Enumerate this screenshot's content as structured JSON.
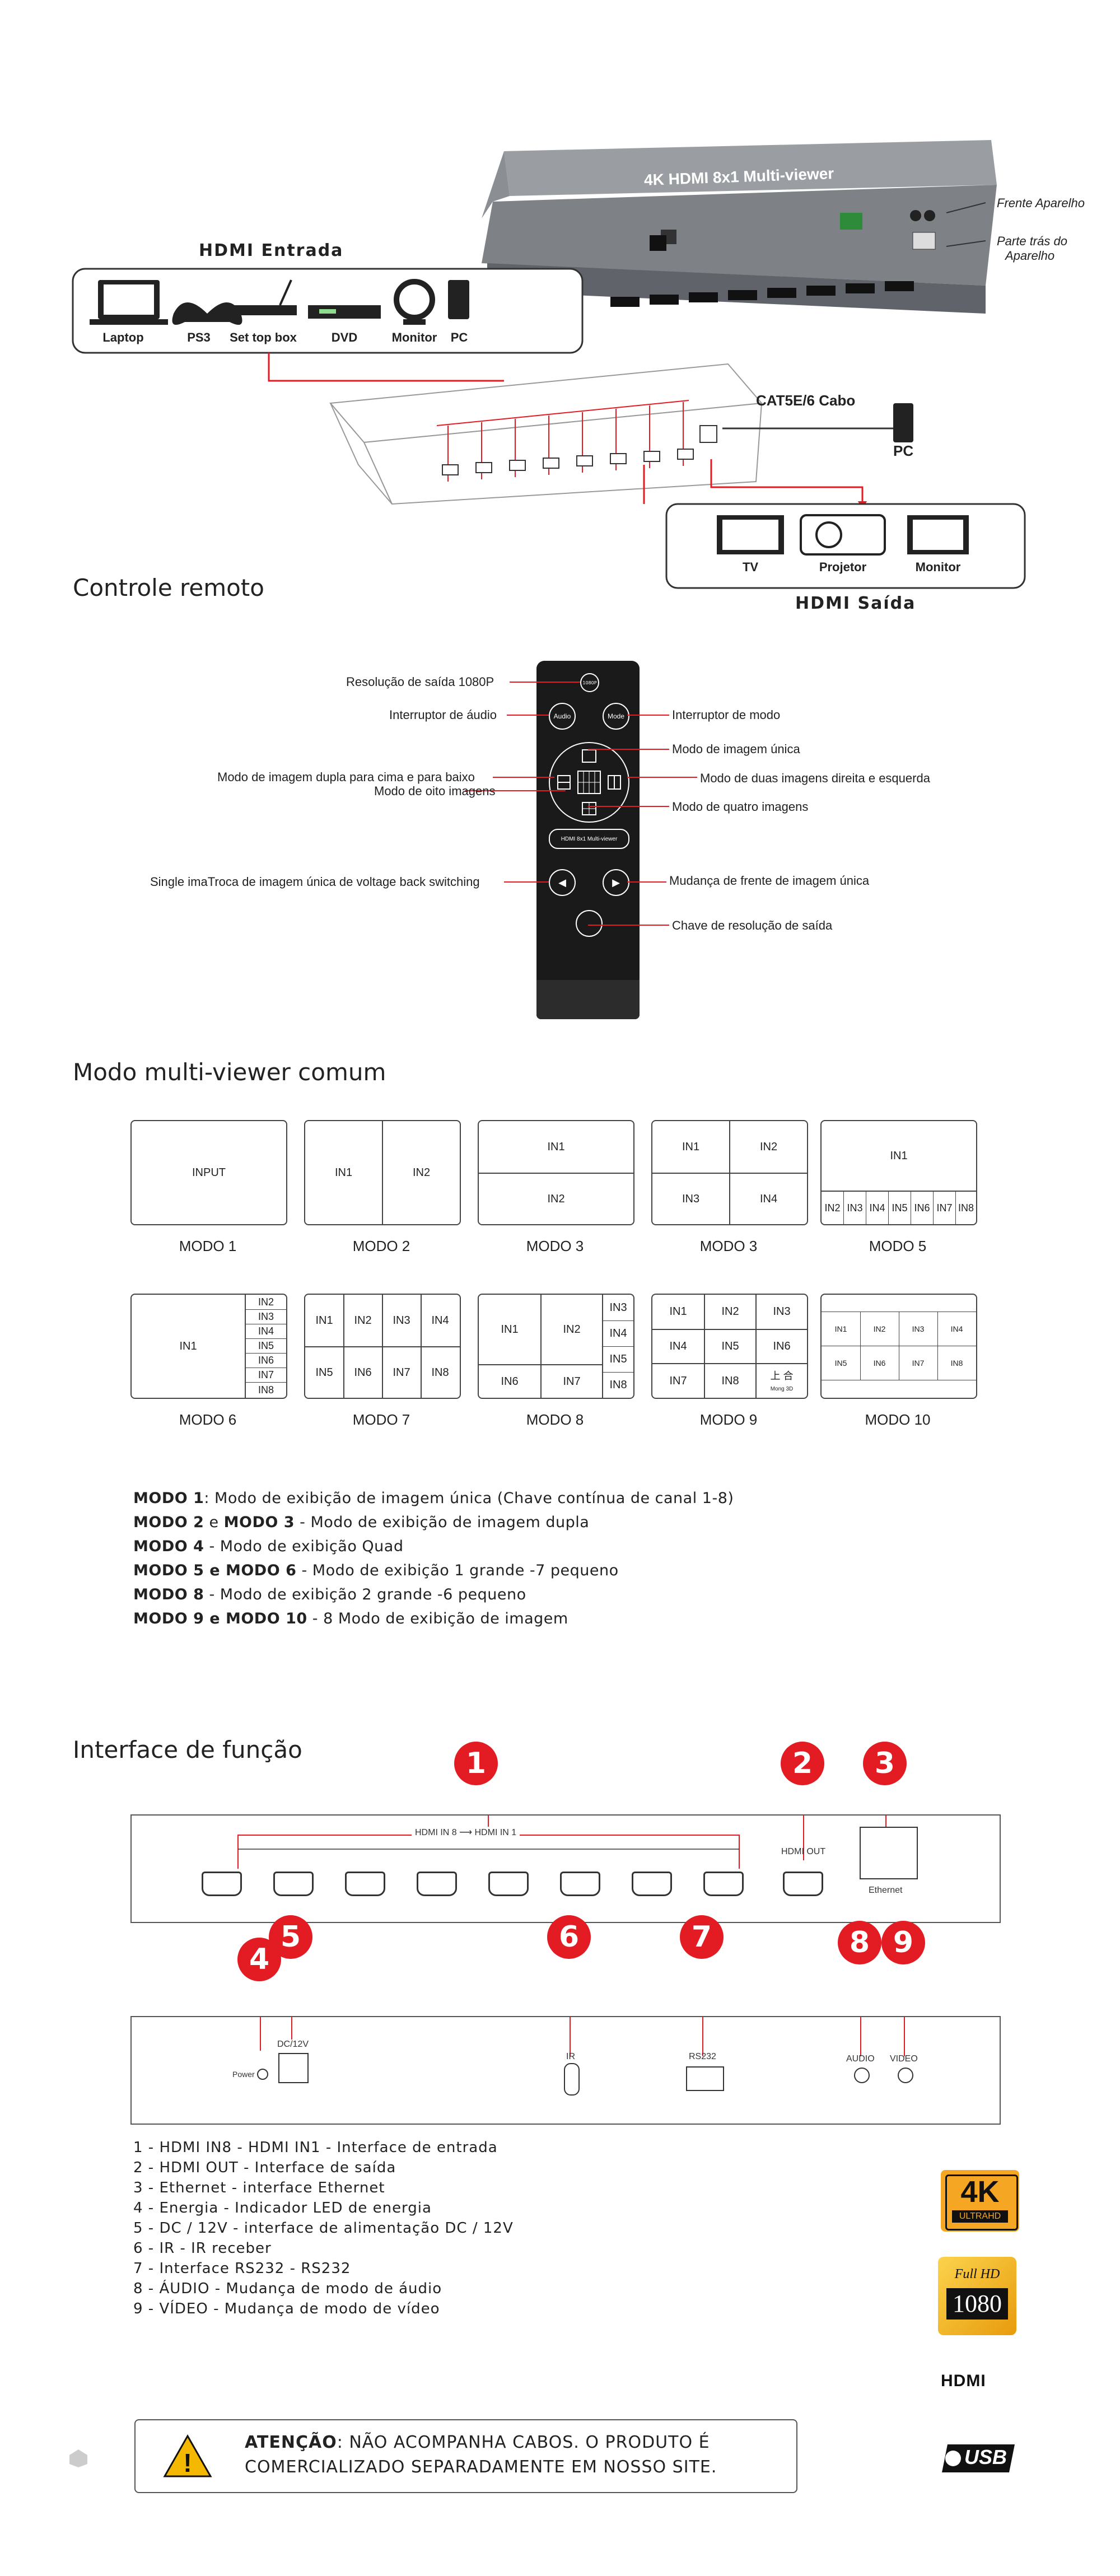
{
  "top": {
    "hdmi_in_title": "HDMI Entrada",
    "hdmi_out_title": "HDMI Saída",
    "front_label": "Frente Aparelho",
    "back_label_1": "Parte trás do",
    "back_label_2": "Aparelho",
    "device_title": "4K HDMI 8x1 Multi-viewer",
    "cable_label": "CAT5E/6 Cabo",
    "pc_label": "PC",
    "inputs": [
      "Laptop",
      "PS3",
      "Set top box",
      "DVD",
      "Monitor",
      "PC"
    ],
    "outputs": [
      "TV",
      "Projetor",
      "Monitor"
    ]
  },
  "remote": {
    "title": "Controle remoto",
    "labels": {
      "res1080": "Resolução de saída 1080P",
      "audio_switch": "Interruptor de áudio",
      "mode_switch": "Interruptor de modo",
      "single": "Modo de imagem única",
      "dual_ud": "Modo de imagem dupla para cima e para baixo",
      "dual_lr": "Modo de duas imagens direita e esquerda",
      "eight": "Modo de oito imagens",
      "quad": "Modo de quatro imagens",
      "single_swap": "Single imaTroca de imagem única de voltage back switching",
      "front_change": "Mudança de frente de imagem única",
      "res_key": "Chave de resolução de saída"
    },
    "buttons": {
      "b1080": "1080P",
      "audio": "Audio",
      "mode": "Mode",
      "brand": "HDMI 8x1 Multi-viewer"
    }
  },
  "modes": {
    "title": "Modo multi-viewer comum",
    "labels": [
      "MODO 1",
      "MODO 2",
      "MODO 3",
      "MODO 3",
      "MODO 5",
      "MODO 6",
      "MODO 7",
      "MODO 8",
      "MODO 9",
      "MODO 10"
    ],
    "input_text": "INPUT",
    "in": [
      "IN1",
      "IN2",
      "IN3",
      "IN4",
      "IN5",
      "IN6",
      "IN7",
      "IN8"
    ],
    "glyph": "上 合",
    "glyph_sub": "Mong 3D",
    "desc": [
      {
        "b1": "MODO 1",
        "t1": ": Modo de exibição de imagem única (Chave contínua de canal 1-8)"
      },
      {
        "b1": "MODO 2",
        "t1": " e ",
        "b2": "MODO 3",
        "t2": " - Modo de exibição de imagem dupla"
      },
      {
        "b1": "MODO 4",
        "t1": " - Modo de exibição Quad"
      },
      {
        "b1": "MODO 5 e MODO 6",
        "t1": " - Modo de exibição 1 grande -7 pequeno"
      },
      {
        "b1": "MODO 8",
        "t1": " - Modo de exibição 2 grande -6 pequeno"
      },
      {
        "b1": "MODO 9 e MODO 10",
        "t1": "  - 8 Modo de exibição de imagem"
      }
    ]
  },
  "interface": {
    "title": "Interface de função",
    "numbers": [
      "1",
      "2",
      "3",
      "4",
      "5",
      "6",
      "7",
      "8",
      "9"
    ],
    "panel_labels": {
      "hdmi_in": "HDMI IN 8 ⟶ HDMI IN 1",
      "hdmi_out": "HDMI OUT",
      "ethernet": "Ethernet",
      "power": "Power",
      "dc": "DC/12V",
      "ir": "IR",
      "rs232": "RS232",
      "audio": "AUDIO",
      "video": "VIDEO"
    },
    "lines": [
      "1 - HDMI IN8 - HDMI IN1 - Interface de entrada",
      "2 - HDMI OUT - Interface de saída",
      "3 - Ethernet - interface Ethernet",
      "4 - Energia - Indicador LED de energia",
      "5 - DC / 12V - interface de alimentação DC / 12V",
      "6 - IR - IR receber",
      "7 - Interface RS232 - RS232",
      "8 - ÁUDIO - Mudança de modo de áudio",
      "9 - VÍDEO -  Mudança de modo de vídeo"
    ]
  },
  "badges": {
    "k4": "4K",
    "ultrahd": "ULTRAHD",
    "fullhd": "Full HD",
    "p1080": "1080",
    "hdmi": "HDMI",
    "usb": "USB"
  },
  "warning": {
    "bold": "ATENÇÃO",
    "line1": ": NÃO ACOMPANHA CABOS. O PRODUTO É",
    "line2": "COMERCIALIZADO SEPARADAMENTE EM NOSSO SITE."
  },
  "colors": {
    "accent_red": "#e31b23",
    "gold": "#f5a623",
    "dark": "#222222"
  }
}
